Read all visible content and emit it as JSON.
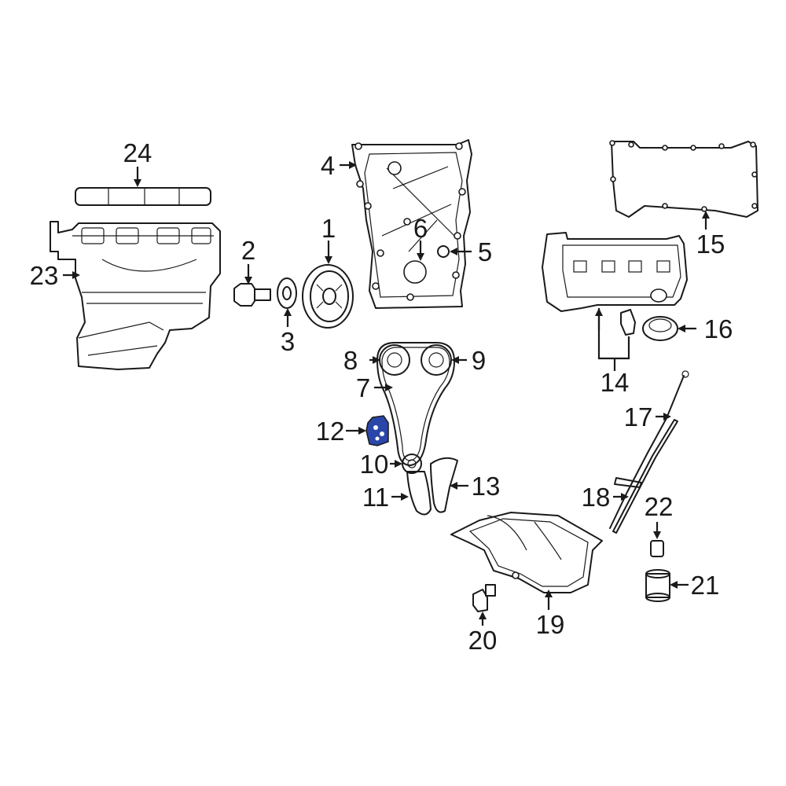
{
  "diagram": {
    "callouts": [
      {
        "id": "c1",
        "label": "1"
      },
      {
        "id": "c2",
        "label": "2"
      },
      {
        "id": "c3",
        "label": "3"
      },
      {
        "id": "c4",
        "label": "4"
      },
      {
        "id": "c5",
        "label": "5"
      },
      {
        "id": "c6",
        "label": "6"
      },
      {
        "id": "c7",
        "label": "7"
      },
      {
        "id": "c8",
        "label": "8"
      },
      {
        "id": "c9",
        "label": "9"
      },
      {
        "id": "c10",
        "label": "10"
      },
      {
        "id": "c11",
        "label": "11"
      },
      {
        "id": "c12",
        "label": "12"
      },
      {
        "id": "c13",
        "label": "13"
      },
      {
        "id": "c14",
        "label": "14"
      },
      {
        "id": "c15",
        "label": "15"
      },
      {
        "id": "c16",
        "label": "16"
      },
      {
        "id": "c17",
        "label": "17"
      },
      {
        "id": "c18",
        "label": "18"
      },
      {
        "id": "c19",
        "label": "19"
      },
      {
        "id": "c20",
        "label": "20"
      },
      {
        "id": "c21",
        "label": "21"
      },
      {
        "id": "c22",
        "label": "22"
      },
      {
        "id": "c23",
        "label": "23"
      },
      {
        "id": "c24",
        "label": "24"
      }
    ],
    "highlighted_part": "12",
    "colors": {
      "line": "#1a1a1a",
      "highlight": "#2a46a8",
      "background": "#ffffff"
    }
  }
}
